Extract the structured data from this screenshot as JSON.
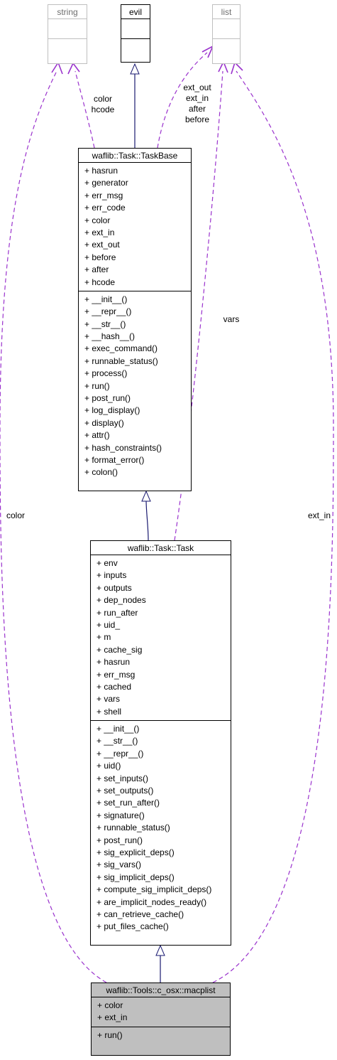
{
  "classes": {
    "string": {
      "name": "string",
      "attributes": [],
      "methods": []
    },
    "evil": {
      "name": "evil",
      "attributes": [],
      "methods": []
    },
    "list": {
      "name": "list",
      "attributes": [],
      "methods": []
    },
    "taskbase": {
      "name": "waflib::Task::TaskBase",
      "attributes": [
        "+ hasrun",
        "+ generator",
        "+ err_msg",
        "+ err_code",
        "+ color",
        "+ ext_in",
        "+ ext_out",
        "+ before",
        "+ after",
        "+ hcode"
      ],
      "methods": [
        "+ __init__()",
        "+ __repr__()",
        "+ __str__()",
        "+ __hash__()",
        "+ exec_command()",
        "+ runnable_status()",
        "+ process()",
        "+ run()",
        "+ post_run()",
        "+ log_display()",
        "+ display()",
        "+ attr()",
        "+ hash_constraints()",
        "+ format_error()",
        "+ colon()"
      ]
    },
    "task": {
      "name": "waflib::Task::Task",
      "attributes": [
        "+ env",
        "+ inputs",
        "+ outputs",
        "+ dep_nodes",
        "+ run_after",
        "+ uid_",
        "+ m",
        "+ cache_sig",
        "+ hasrun",
        "+ err_msg",
        "+ cached",
        "+ vars",
        "+ shell"
      ],
      "methods": [
        "+ __init__()",
        "+ __str__()",
        "+ __repr__()",
        "+ uid()",
        "+ set_inputs()",
        "+ set_outputs()",
        "+ set_run_after()",
        "+ signature()",
        "+ runnable_status()",
        "+ post_run()",
        "+ sig_explicit_deps()",
        "+ sig_vars()",
        "+ sig_implicit_deps()",
        "+ compute_sig_implicit_deps()",
        "+ are_implicit_nodes_ready()",
        "+ can_retrieve_cache()",
        "+ put_files_cache()"
      ]
    },
    "macplist": {
      "name": "waflib::Tools::c_osx::macplist",
      "attributes": [
        "+ color",
        "+ ext_in"
      ],
      "methods": [
        "+ run()"
      ]
    }
  },
  "edge_labels": {
    "taskbase_string": [
      "color",
      "hcode"
    ],
    "taskbase_list": [
      "ext_out",
      "ext_in",
      "after",
      "before"
    ],
    "task_list": [
      "vars"
    ],
    "macplist_string": [
      "color"
    ],
    "macplist_list": [
      "ext_in"
    ]
  },
  "colors": {
    "inheritance": "#191970",
    "usage": "#9a32cd",
    "highlight_fill": "#bfbfbf",
    "grey_border": "#bfbfbf"
  }
}
